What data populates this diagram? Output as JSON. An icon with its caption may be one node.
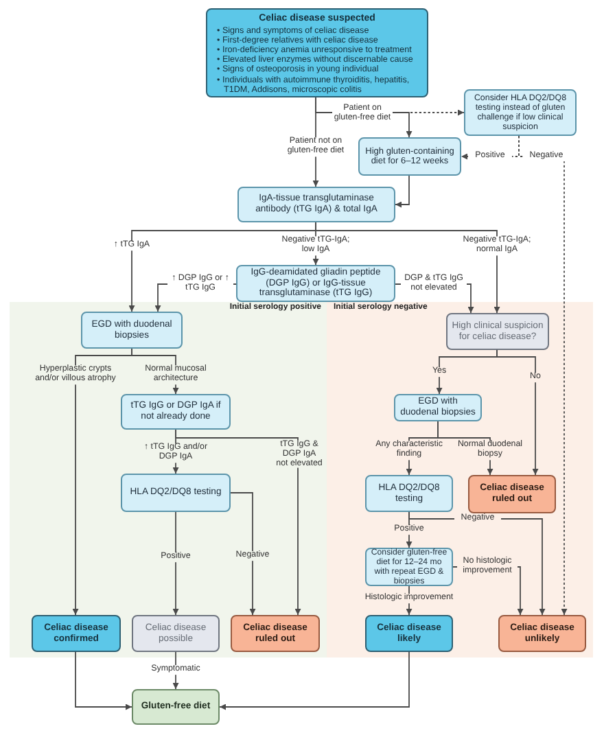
{
  "diagram": {
    "nodes": [
      {
        "text": [
          "Celiac disease suspected",
          "• Signs and symptoms of celiac disease",
          "• First-degree relatives with celiac disease",
          "• Iron-deficiency anemia unresponsive to treatment",
          "• Elevated liver enzymes without discernable cause",
          "• Signs of osteoporosis in young individual",
          "• Individuals with autoimmune thyroiditis, hepatitis, T1DM, Addisons, microscopic colitis"
        ]
      },
      {
        "text": [
          "Consider HLA DQ2/DQ8 testing instead of gluten challenge if low clinical suspicion"
        ]
      },
      {
        "text": [
          "High gluten-containing diet for 6–12 weeks"
        ]
      },
      {
        "text": [
          "IgA-tissue transglutaminase antibody (tTG IgA) & total IgA"
        ]
      },
      {
        "text": [
          "IgG-deamidated gliadin peptide (DGP IgG) or IgG-tissue transglutaminase (tTG IgG)"
        ]
      },
      {
        "text": [
          "Initial serology positive"
        ]
      },
      {
        "text": [
          "EGD with duodenal biopsies"
        ],
        "in": 5
      },
      {
        "text": [
          "Initial serology negative"
        ]
      },
      {
        "text": [
          "High clinical suspicion for celiac disease?"
        ],
        "in": 7
      },
      {
        "text": [
          "tTG IgG or DGP IgA if not already done"
        ],
        "in": 5
      },
      {
        "text": [
          "EGD with duodenal biopsies"
        ],
        "in": 7
      },
      {
        "text": [
          "HLA DQ2/DQ8 testing"
        ],
        "in": 5
      },
      {
        "text": [
          "HLA DQ2/DQ8 testing"
        ],
        "in": 7
      },
      {
        "text": [
          "Celiac disease ruled out"
        ],
        "in": 7
      },
      {
        "text": [
          "Consider gluten-free diet for 12–24 mo with repeat EGD & biopsies"
        ],
        "in": 7
      },
      {
        "text": [
          "Celiac disease confirmed"
        ],
        "in": 5
      },
      {
        "text": [
          "Celiac disease possible"
        ],
        "in": 5
      },
      {
        "text": [
          "Celiac disease ruled out"
        ],
        "in": 5
      },
      {
        "text": [
          "Celiac disease likely"
        ],
        "in": 7
      },
      {
        "text": [
          "Celiac disease unlikely"
        ],
        "in": 7
      },
      {
        "text": [
          "Gluten-free diet"
        ]
      }
    ],
    "edges": [
      {
        "from": 0,
        "to": 2,
        "arrow": "to",
        "label": "Patient on gluten-free diet"
      },
      {
        "from": 0,
        "to": 1,
        "arrow": "to",
        "style": "dashed"
      },
      {
        "from": 0,
        "to": 3,
        "arrow": "to",
        "label": "Patient not on gluten-free diet"
      },
      {
        "from": 2,
        "to": 3,
        "arrow": "to"
      },
      {
        "from": 1,
        "to": 2,
        "arrow": "to",
        "style": "dashed",
        "label": "Positive"
      },
      {
        "from": 1,
        "to": 19,
        "arrow": "to",
        "style": "dashed",
        "label": "Negative"
      },
      {
        "from": 3,
        "to": 6,
        "arrow": "to",
        "label": "↑ tTG IgA"
      },
      {
        "from": 3,
        "to": 4,
        "arrow": "to",
        "label": "Negative tTG-IgA; low IgA"
      },
      {
        "from": 3,
        "to": 8,
        "arrow": "to",
        "label": "Negative tTG-IgA; normal IgA"
      },
      {
        "from": 4,
        "to": 6,
        "arrow": "to",
        "label": "↑ DGP IgG or ↑ tTG IgG"
      },
      {
        "from": 4,
        "to": 8,
        "arrow": "to",
        "label": "DGP & tTG IgG not elevated"
      },
      {
        "from": 6,
        "to": 15,
        "arrow": "to",
        "label": "Hyperplastic crypts and/or villous atrophy"
      },
      {
        "from": 6,
        "to": 9,
        "arrow": "to",
        "label": "Normal mucosal architecture"
      },
      {
        "from": 9,
        "to": 11,
        "arrow": "to",
        "label": "↑ tTG IgG and/or DGP IgA"
      },
      {
        "from": 9,
        "to": 17,
        "arrow": "to",
        "label": "tTG IgG & DGP IgA not elevated"
      },
      {
        "from": 11,
        "to": 17,
        "arrow": "to",
        "label": "Negative"
      },
      {
        "from": 11,
        "to": 16,
        "arrow": "to",
        "label": "Positive"
      },
      {
        "from": 16,
        "to": 20,
        "arrow": "to",
        "label": "Symptomatic"
      },
      {
        "from": 15,
        "to": 20,
        "arrow": "to"
      },
      {
        "from": 18,
        "to": 20,
        "arrow": "to"
      },
      {
        "from": 8,
        "to": 10,
        "arrow": "to",
        "label": "Yes"
      },
      {
        "from": 8,
        "to": 13,
        "arrow": "to",
        "label": "No"
      },
      {
        "from": 10,
        "to": 12,
        "arrow": "to",
        "label": "Any characteristic finding"
      },
      {
        "from": 10,
        "to": 13,
        "arrow": "to",
        "label": "Normal duodenal biopsy"
      },
      {
        "from": 12,
        "to": 14,
        "arrow": "to",
        "label": "Positive"
      },
      {
        "from": 12,
        "to": 19,
        "arrow": "to",
        "label": "Negative"
      },
      {
        "from": 14,
        "to": 18,
        "arrow": "to",
        "label": "Histologic improvement"
      },
      {
        "from": 14,
        "to": 19,
        "arrow": "to",
        "label": "No histologic improvement"
      }
    ]
  }
}
